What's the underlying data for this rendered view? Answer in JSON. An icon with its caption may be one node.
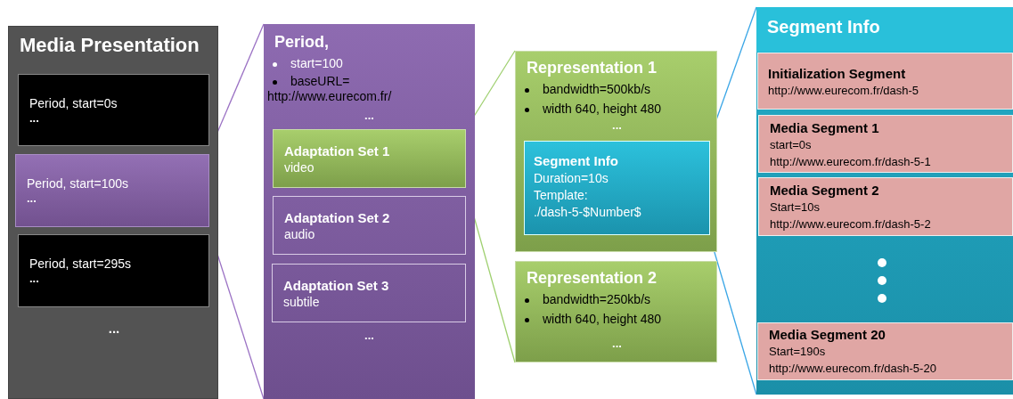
{
  "diagram": {
    "nodes": [
      {
        "text": [
          "Media Presentation",
          "..."
        ]
      },
      {
        "text": [
          "Period, start=0s",
          "..."
        ],
        "in": 0
      },
      {
        "text": [
          "Period, start=100s",
          "..."
        ],
        "in": 0
      },
      {
        "text": [
          "Period, start=295s",
          "..."
        ],
        "in": 0
      },
      {
        "text": [
          "Period,",
          "start=100",
          "baseURL= http://www.eurecom.fr/",
          "...",
          "..."
        ]
      },
      {
        "text": [
          "Adaptation Set 1",
          "video"
        ],
        "in": 4
      },
      {
        "text": [
          "Adaptation Set 2",
          "audio"
        ],
        "in": 4
      },
      {
        "text": [
          "Adaptation Set 3",
          "subtile"
        ],
        "in": 4
      },
      {
        "text": [
          "Representation 1",
          "bandwidth=500kb/s",
          "width 640, height 480",
          "..."
        ]
      },
      {
        "text": [
          "Segment Info",
          "Duration=10s",
          "Template:",
          "./dash-5-$Number$"
        ],
        "in": 8
      },
      {
        "text": [
          "Representation 2",
          "bandwidth=250kb/s",
          "width 640, height 480",
          "..."
        ]
      },
      {
        "text": [
          "Segment Info"
        ]
      },
      {
        "text": [
          "Initialization Segment",
          "http://www.eurecom.fr/dash-5"
        ],
        "in": 11
      },
      {
        "text": [
          "Media Segment 1",
          "start=0s",
          "http://www.eurecom.fr/dash-5-1"
        ],
        "in": 11
      },
      {
        "text": [
          "Media Segment 2",
          "Start=10s",
          "http://www.eurecom.fr/dash-5-2"
        ],
        "in": 11
      },
      {
        "text": [
          "Media Segment 20",
          "Start=190s",
          "http://www.eurecom.fr/dash-5-20"
        ],
        "in": 11
      }
    ],
    "edges": [
      {
        "from": 2,
        "to": 4,
        "arrow": "none",
        "color": "#9b72c4"
      },
      {
        "from": 2,
        "to": 4,
        "arrow": "none",
        "color": "#9b72c4"
      },
      {
        "from": 5,
        "to": 8,
        "arrow": "none",
        "color": "#9fd070"
      },
      {
        "from": 5,
        "to": 10,
        "arrow": "none",
        "color": "#9fd070"
      },
      {
        "from": 9,
        "to": 11,
        "arrow": "none",
        "color": "#3aa6e6"
      },
      {
        "from": 9,
        "to": 11,
        "arrow": "none",
        "color": "#3aa6e6"
      }
    ]
  }
}
